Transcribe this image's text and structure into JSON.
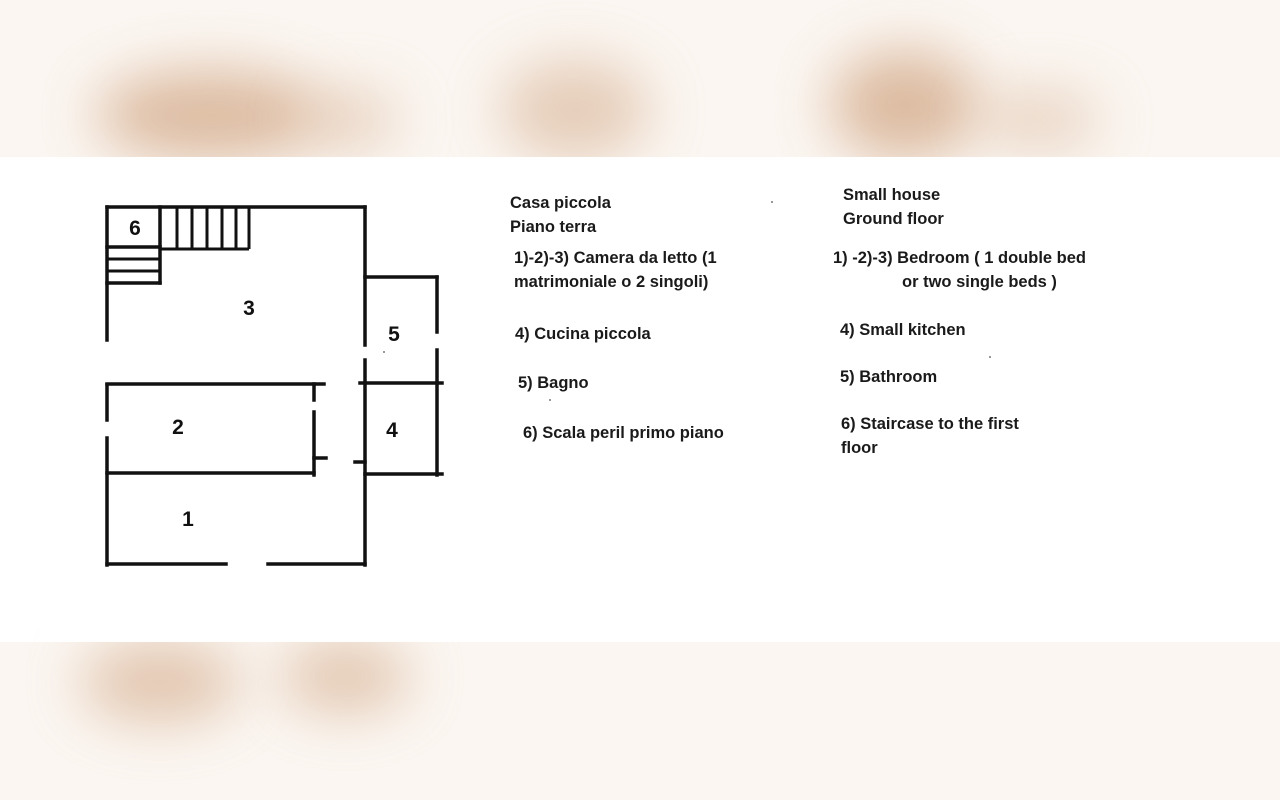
{
  "italian": {
    "title_line1": "Casa piccola",
    "title_line2": "Piano terra",
    "item1_line1": "1)-2)-3) Camera da letto (1",
    "item1_line2": "matrimoniale o 2 singoli)",
    "item2": "4) Cucina piccola",
    "item3": "5) Bagno",
    "item4": "6) Scala peril primo piano"
  },
  "english": {
    "title_line1": "Small house",
    "title_line2": "Ground floor",
    "item1_line1": "1) -2)-3)  Bedroom ( 1 double bed",
    "item1_line2": "or two single beds )",
    "item2": "4) Small kitchen",
    "item3": "5) Bathroom",
    "item4_line1": "6) Staircase to the first",
    "item4_line2": "floor"
  },
  "rooms": [
    "1",
    "2",
    "3",
    "4",
    "5",
    "6"
  ],
  "colors": {
    "lines": "#111111",
    "blur": "#d7b193"
  }
}
